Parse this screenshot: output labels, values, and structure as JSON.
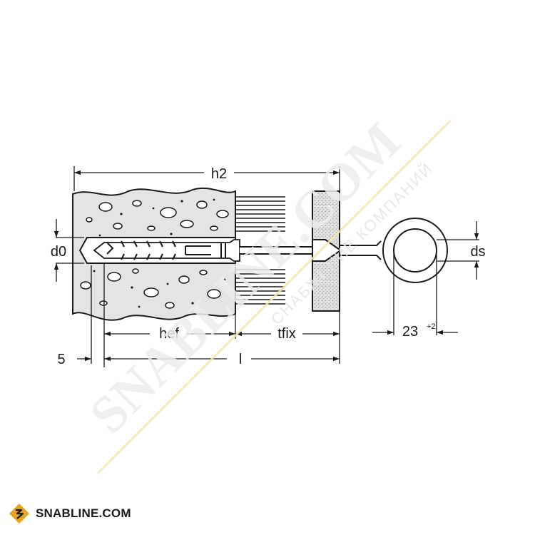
{
  "diagram": {
    "dimensions": {
      "h2": "h2",
      "d0": "d0",
      "ds": "ds",
      "hef": "hef",
      "tfix": "tfix",
      "l": "l",
      "five": "5",
      "eye_width": "23",
      "eye_tolerance": "+2"
    }
  },
  "watermark": {
    "main": "SNABLINE.COM",
    "sub": "СНАБЖЕНИЕ КОМПАНИЙ"
  },
  "logo": {
    "text": "SNABLINE.COM"
  },
  "colors": {
    "line": "#1a1a1a",
    "material_fill": "#e4e4e4",
    "watermark_text": "#ececec",
    "watermark_line": "#f6e9a8",
    "logo_mark": "#e7a41f"
  }
}
